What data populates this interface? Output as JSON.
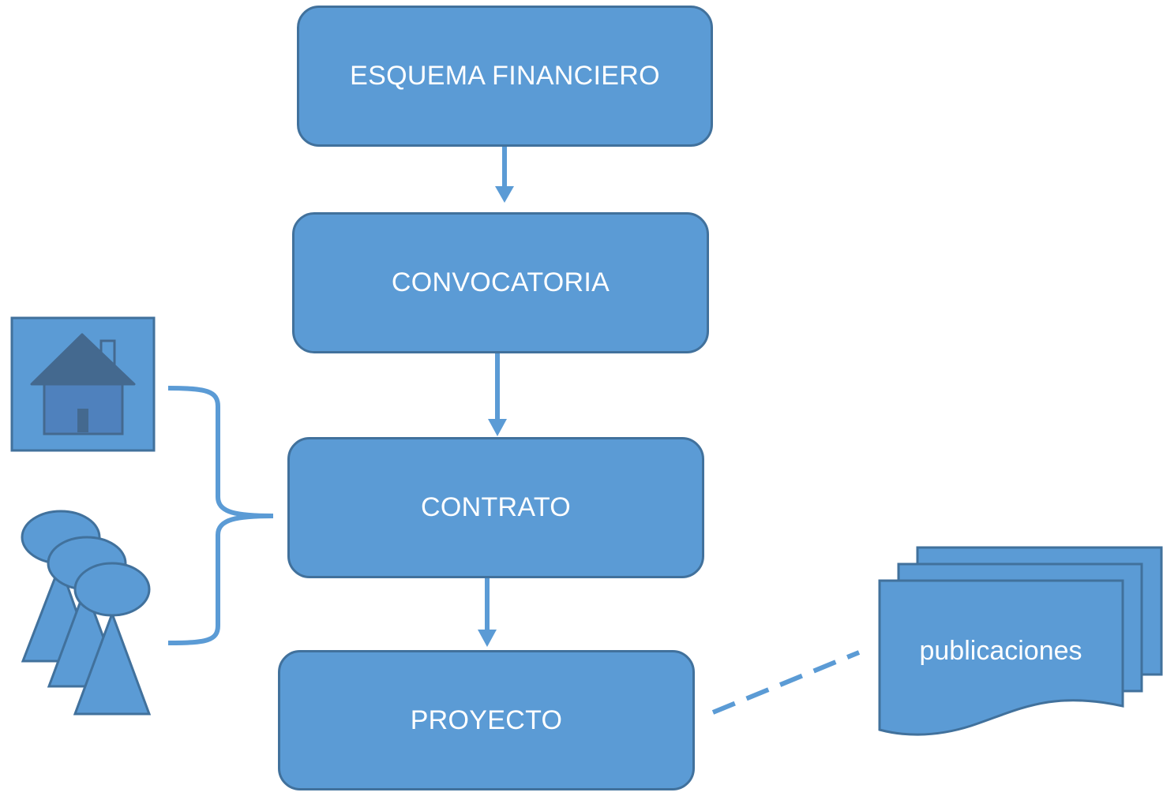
{
  "colors": {
    "fill": "#5B9BD5",
    "stroke": "#41719C",
    "icon_dark": "#44698F",
    "text": "#ffffff"
  },
  "steps": [
    {
      "id": "esquema",
      "label": "ESQUEMA FINANCIERO"
    },
    {
      "id": "convocatoria",
      "label": "CONVOCATORIA"
    },
    {
      "id": "contrato",
      "label": "CONTRATO"
    },
    {
      "id": "proyecto",
      "label": "PROYECTO"
    }
  ],
  "publications": {
    "label": "publicaciones"
  },
  "icons": {
    "institution": "house-icon",
    "people": "people-icon",
    "grouping": "curly-brace",
    "documents": "multiple-documents-icon"
  }
}
